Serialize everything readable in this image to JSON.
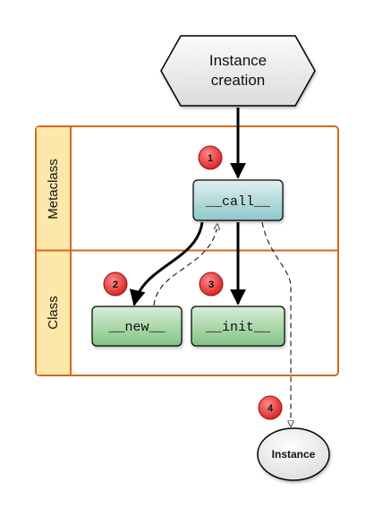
{
  "start": {
    "label_line1": "Instance",
    "label_line2": "creation"
  },
  "swimlanes": [
    {
      "label": "Metaclass"
    },
    {
      "label": "Class"
    }
  ],
  "nodes": {
    "call": {
      "label": "__call__"
    },
    "new": {
      "label": "__new__"
    },
    "init": {
      "label": "__init__"
    },
    "instance": {
      "label": "Instance"
    }
  },
  "steps": [
    "1",
    "2",
    "3",
    "4"
  ],
  "colors": {
    "lane_border": "#d2691e",
    "lane_header": "#fde7a9",
    "call_fill": "#b9dcdc",
    "class_fill": "#a8d5a8",
    "badge": "#e03030",
    "start_fill": "#ececec"
  }
}
